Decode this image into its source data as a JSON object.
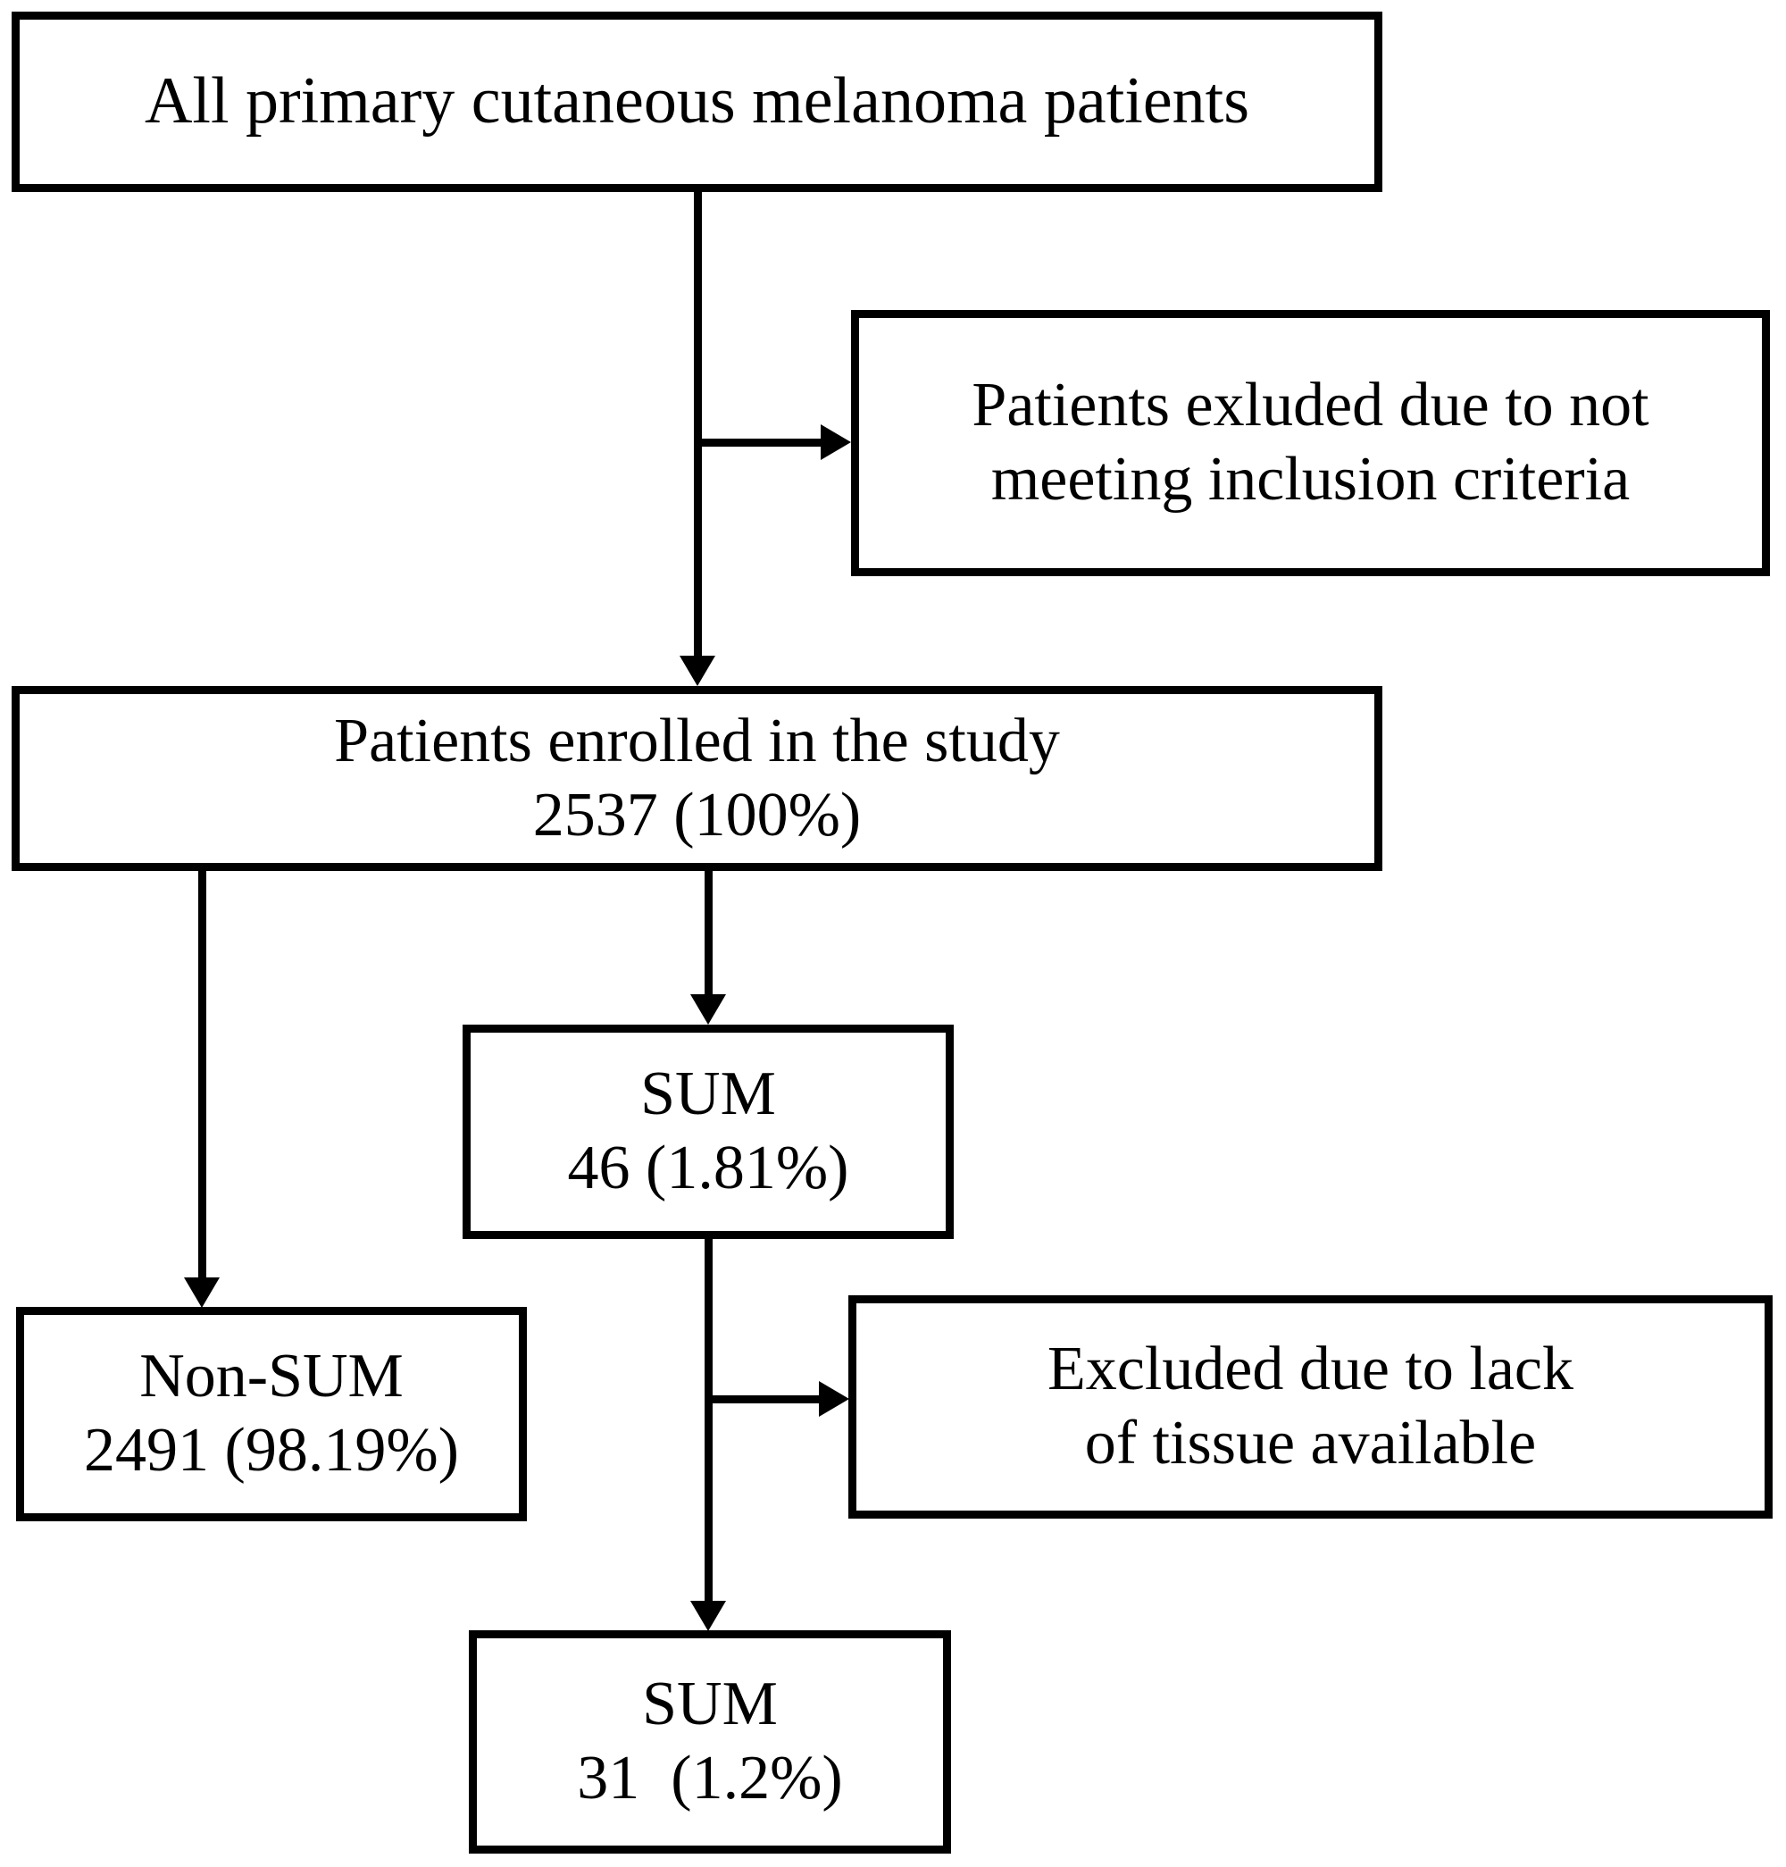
{
  "figure": {
    "type": "flowchart",
    "orientation": "top-down",
    "background_color": "#ffffff",
    "stroke_color": "#000000",
    "text_color": "#000000"
  },
  "nodes": {
    "all_patients": {
      "id": "all-patients",
      "line1": "All primary cutaneous melanoma patients",
      "line2": ""
    },
    "excluded_criteria": {
      "id": "excluded-criteria",
      "line1": "Patients exluded due to not",
      "line2": "meeting inclusion criteria"
    },
    "enrolled": {
      "id": "enrolled",
      "line1": "Patients enrolled in the study",
      "line2": "2537 (100%)",
      "count": 2537,
      "percent": "100%"
    },
    "sum_46": {
      "id": "sum-46",
      "line1": "SUM",
      "line2": "46 (1.81%)",
      "count": 46,
      "percent": "1.81%"
    },
    "non_sum": {
      "id": "non-sum",
      "line1": "Non-SUM",
      "line2": "2491 (98.19%)",
      "count": 2491,
      "percent": "98.19%"
    },
    "excluded_tissue": {
      "id": "excluded-tissue",
      "line1": "Excluded due to lack",
      "line2": "of tissue available"
    },
    "sum_31": {
      "id": "sum-31",
      "line1": "SUM",
      "line2": "31  (1.2%)",
      "count": 31,
      "percent": "1.2%"
    }
  },
  "edges": [
    {
      "from": "all_patients",
      "to": "enrolled",
      "kind": "down-arrow"
    },
    {
      "from": "all_patients",
      "to": "excluded_criteria",
      "kind": "right-arrow-branch"
    },
    {
      "from": "enrolled",
      "to": "sum_46",
      "kind": "down-arrow"
    },
    {
      "from": "enrolled",
      "to": "non_sum",
      "kind": "down-arrow"
    },
    {
      "from": "sum_46",
      "to": "sum_31",
      "kind": "down-arrow"
    },
    {
      "from": "sum_46",
      "to": "excluded_tissue",
      "kind": "right-arrow-branch"
    }
  ]
}
